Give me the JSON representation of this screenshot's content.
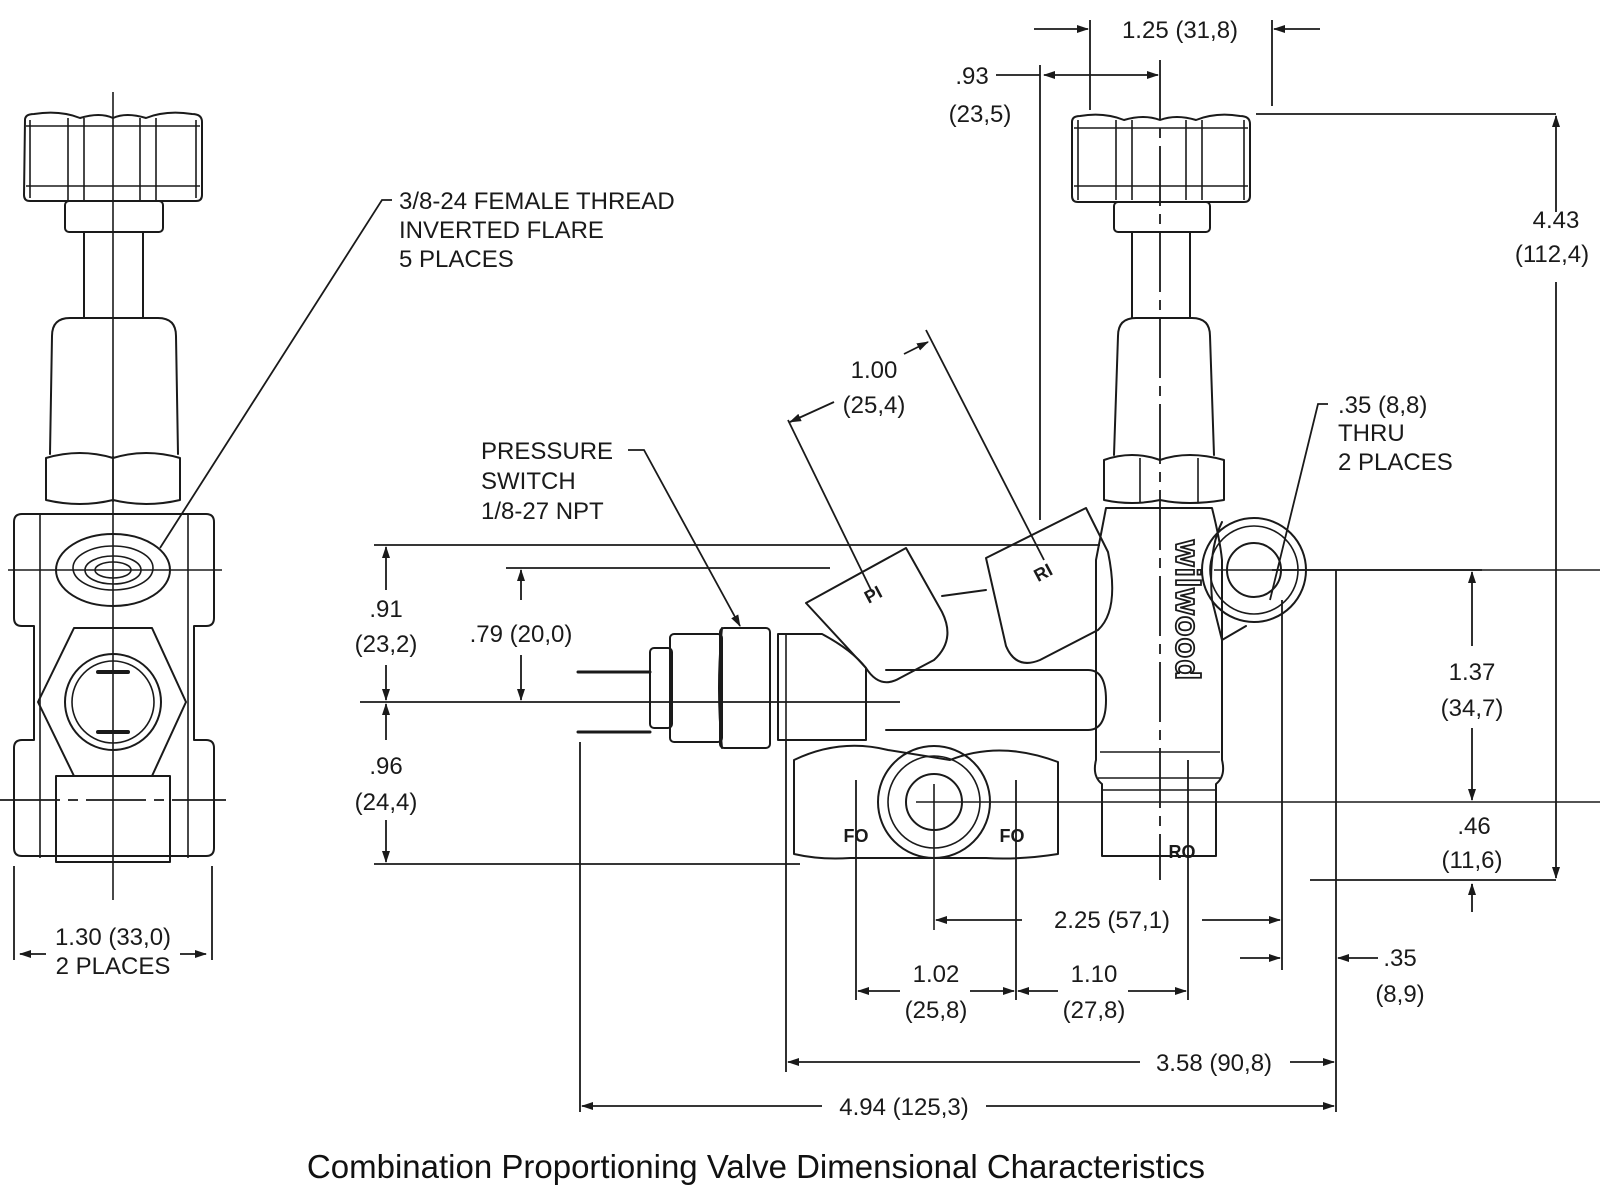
{
  "title": "Combination Proportioning Valve Dimensional Characteristics",
  "brand": "wilwood",
  "callouts": {
    "thread": [
      "3/8-24 FEMALE THREAD",
      "INVERTED FLARE",
      "5 PLACES"
    ],
    "pressure_switch": [
      "PRESSURE",
      "SWITCH",
      "1/8-27 NPT"
    ],
    "thru_hole": [
      ".35 (8,8)",
      "THRU",
      "2 PLACES"
    ]
  },
  "port_labels": {
    "pi": "PI",
    "ri": "RI",
    "fo_left": "FO",
    "fo_right": "FO",
    "ro": "RO"
  },
  "dimensions": {
    "knob_width": "1.25 (31,8)",
    "knob_offset": [
      ".93",
      "(23,5)"
    ],
    "overall_height": [
      "4.43",
      "(112,4)"
    ],
    "port_angle_spacing": [
      "1.00",
      "(25,4)"
    ],
    "upper_to_center": [
      ".91",
      "(23,2)"
    ],
    "switch_offset": ".79 (20,0)",
    "lower_to_center": [
      ".96",
      "(24,4)"
    ],
    "mount_hole_spacing_v": [
      "1.37",
      "(34,7)"
    ],
    "mount_hole_to_base": [
      ".46",
      "(11,6)"
    ],
    "side_width": [
      "1.30 (33,0)",
      "2 PLACES"
    ],
    "mount_hole_spacing_h": "2.25 (57,1)",
    "fo_spacing": [
      "1.02",
      "(25,8)"
    ],
    "fo_to_ro": [
      "1.10",
      "(27,8)"
    ],
    "mount_edge": [
      ".35",
      "(8,9)"
    ],
    "body_length": "3.58 (90,8)",
    "overall_length": "4.94 (125,3)"
  }
}
